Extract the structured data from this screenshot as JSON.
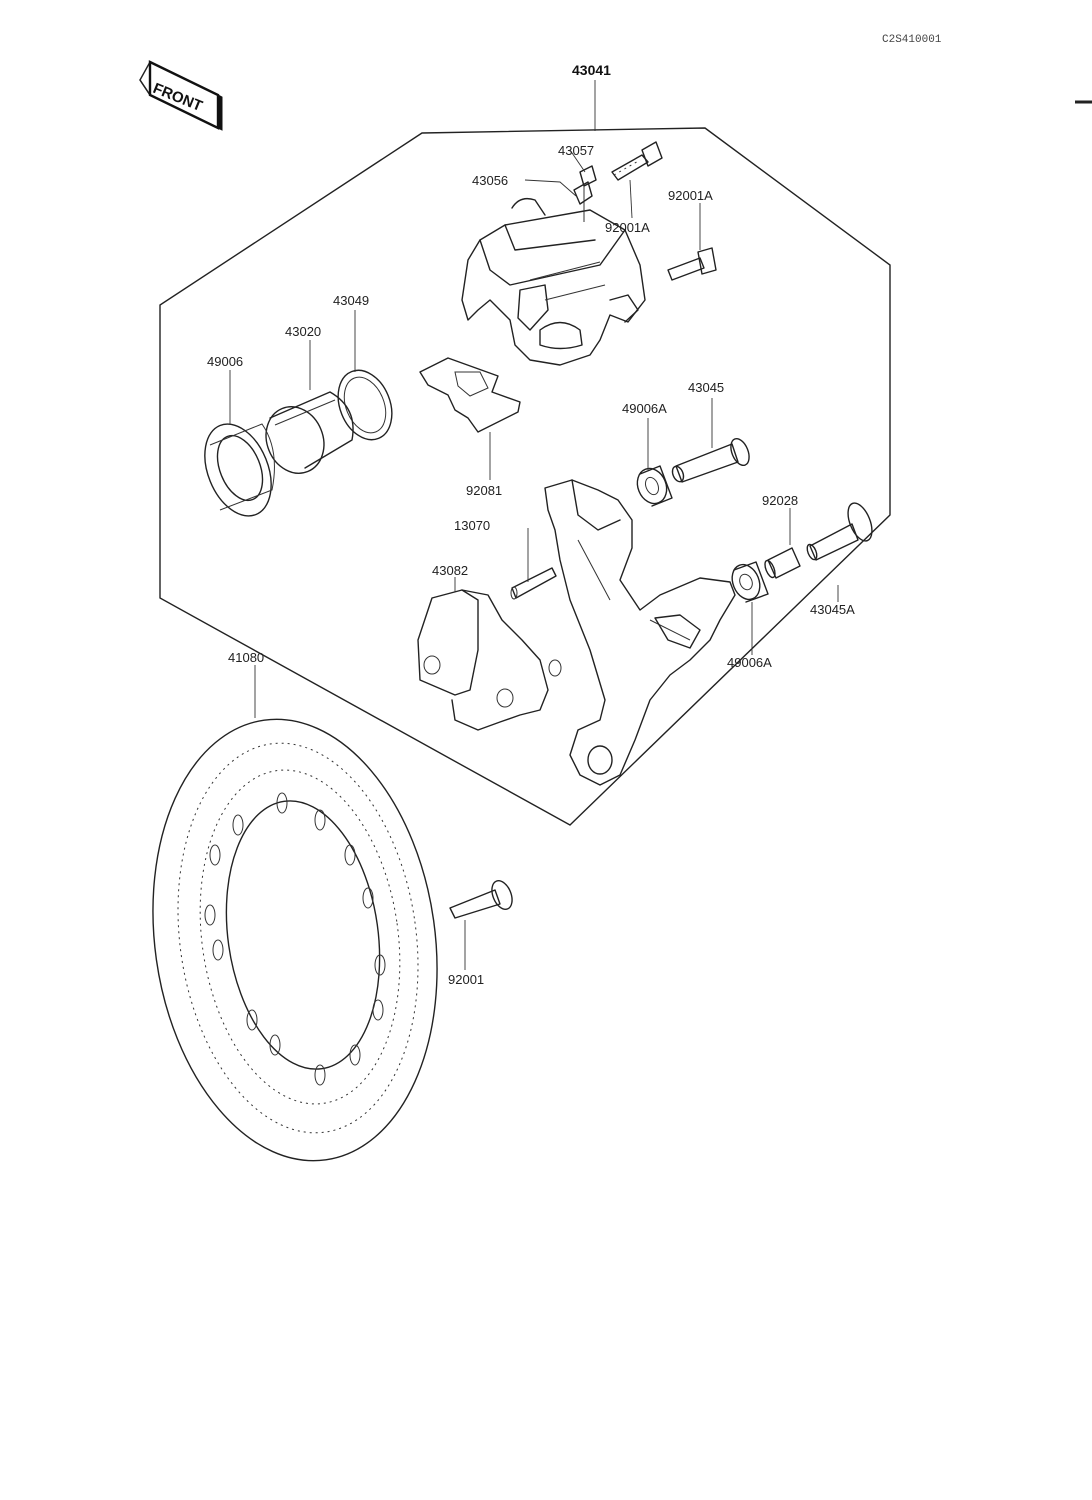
{
  "reference_code": "C2S410001",
  "front_badge": "FRONT",
  "labels": {
    "assembly": "43041",
    "p43057": "43057",
    "p43056": "43056",
    "p92001a_1": "92001A",
    "p92001a_2": "92001A",
    "p43049": "43049",
    "p43020": "43020",
    "p49006": "49006",
    "p43045": "43045",
    "p49006a_1": "49006A",
    "p92081": "92081",
    "p13070": "13070",
    "p92028": "92028",
    "p43082": "43082",
    "p43045a": "43045A",
    "p49006a_2": "49006A",
    "p41080": "41080",
    "p92001": "92001"
  }
}
